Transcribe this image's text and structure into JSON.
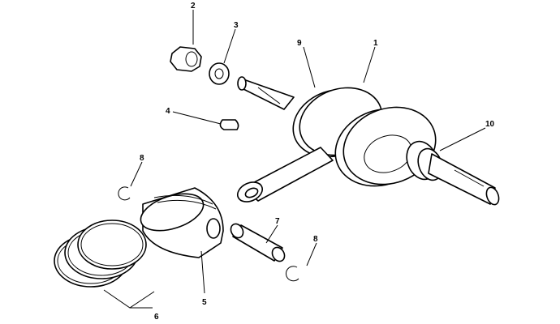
{
  "callouts": [
    {
      "id": "nut",
      "text": "2"
    },
    {
      "id": "washer",
      "text": "3"
    },
    {
      "id": "crankshaft-left",
      "text": "9"
    },
    {
      "id": "crankshaft-assembly",
      "text": "1"
    },
    {
      "id": "key",
      "text": "4"
    },
    {
      "id": "bearing",
      "text": "10"
    },
    {
      "id": "circlip-left",
      "text": "8"
    },
    {
      "id": "piston-pin",
      "text": "7"
    },
    {
      "id": "circlip-right",
      "text": "8"
    },
    {
      "id": "piston",
      "text": "5"
    },
    {
      "id": "piston-rings",
      "text": "6"
    }
  ]
}
